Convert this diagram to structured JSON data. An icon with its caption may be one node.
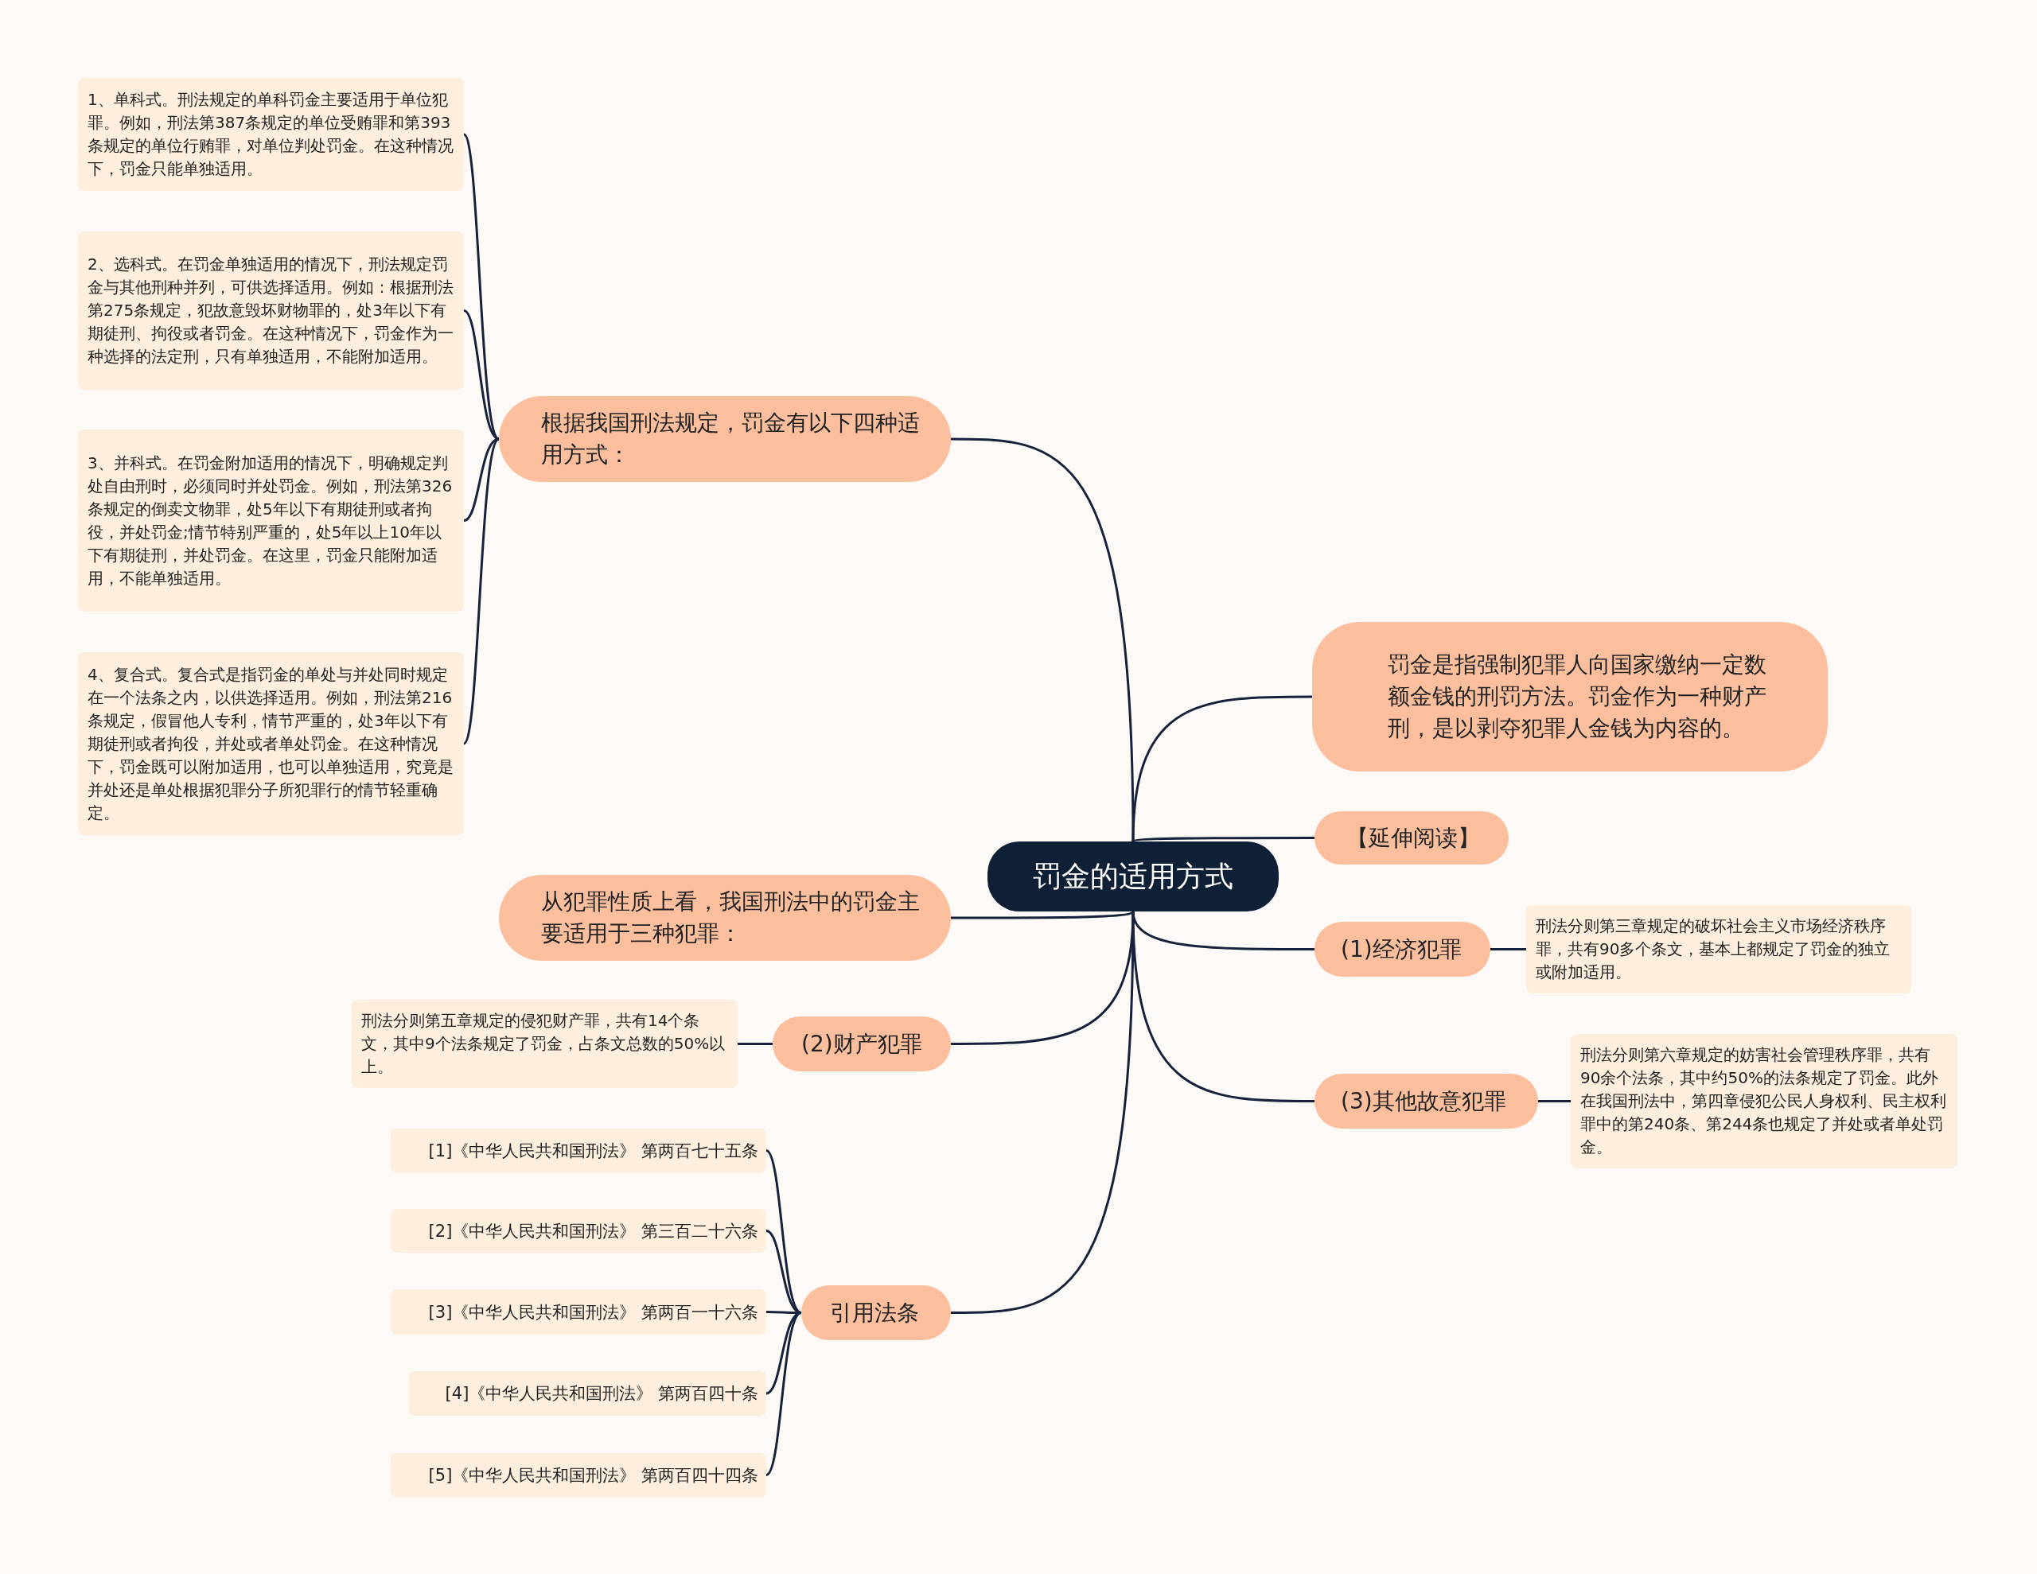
{
  "diagram": {
    "nodes": [
      {
        "text": [
          "罚金的适用方式"
        ]
      },
      {
        "text": [
          "根据我国刑法规定，罚金有以下四种适用方式："
        ]
      },
      {
        "text": [
          "1、单科式。刑法规定的单科罚金主要适用于单位犯罪。例如，刑法第387条规定的单位受贿罪和第393条规定的单位行贿罪，对单位判处罚金。在这种情况下，罚金只能单独适用。"
        ]
      },
      {
        "text": [
          "2、选科式。在罚金单独适用的情况下，刑法规定罚金与其他刑种并列，可供选择适用。例如：根据刑法第275条规定，犯故意毁坏财物罪的，处3年以下有期徒刑、拘役或者罚金。在这种情况下，罚金作为一种选择的法定刑，只有单独适用，不能附加适用。"
        ]
      },
      {
        "text": [
          "3、并科式。在罚金附加适用的情况下，明确规定判处自由刑时，必须同时并处罚金。例如，刑法第326条规定的倒卖文物罪，处5年以下有期徒刑或者拘役，并处罚金;情节特别严重的，处5年以上10年以下有期徒刑，并处罚金。在这里，罚金只能附加适用，不能单独适用。"
        ]
      },
      {
        "text": [
          "4、复合式。复合式是指罚金的单处与并处同时规定在一个法条之内，以供选择适用。例如，刑法第216条规定，假冒他人专利，情节严重的，处3年以下有期徒刑或者拘役，并处或者单处罚金。在这种情况下，罚金既可以附加适用，也可以单独适用，究竟是并处还是单处根据犯罪分子所犯罪行的情节轻重确定。"
        ]
      },
      {
        "text": [
          "从犯罪性质上看，我国刑法中的罚金主要适用于三种犯罪："
        ]
      },
      {
        "text": [
          "(2)财产犯罪"
        ]
      },
      {
        "text": [
          "刑法分则第五章规定的侵犯财产罪，共有14个条文，其中9个法条规定了罚金，占条文总数的50%以上。"
        ]
      },
      {
        "text": [
          "引用法条"
        ]
      },
      {
        "text": [
          "[1]《中华人民共和国刑法》 第两百七十五条"
        ]
      },
      {
        "text": [
          "[2]《中华人民共和国刑法》 第三百二十六条"
        ]
      },
      {
        "text": [
          "[3]《中华人民共和国刑法》 第两百一十六条"
        ]
      },
      {
        "text": [
          "[4]《中华人民共和国刑法》 第两百四十条"
        ]
      },
      {
        "text": [
          "[5]《中华人民共和国刑法》 第两百四十四条"
        ]
      },
      {
        "text": [
          "罚金是指强制犯罪人向国家缴纳一定数额金钱的刑罚方法。罚金作为一种财产刑，是以剥夺犯罪人金钱为内容的。"
        ]
      },
      {
        "text": [
          "【延伸阅读】"
        ]
      },
      {
        "text": [
          "(1)经济犯罪"
        ]
      },
      {
        "text": [
          "刑法分则第三章规定的破坏社会主义市场经济秩序罪，共有90多个条文，基本上都规定了罚金的独立或附加适用。"
        ]
      },
      {
        "text": [
          "(3)其他故意犯罪"
        ]
      },
      {
        "text": [
          "刑法分则第六章规定的妨害社会管理秩序罪，共有90余个法条，其中约50%的法条规定了罚金。此外在我国刑法中，第四章侵犯公民人身权利、民主权利罪中的第240条、第244条也规定了并处或者单处罚金。"
        ]
      }
    ],
    "edges": [
      {
        "from": 0,
        "to": 1,
        "arrow": "none"
      },
      {
        "from": 1,
        "to": 2,
        "arrow": "none"
      },
      {
        "from": 1,
        "to": 3,
        "arrow": "none"
      },
      {
        "from": 1,
        "to": 4,
        "arrow": "none"
      },
      {
        "from": 1,
        "to": 5,
        "arrow": "none"
      },
      {
        "from": 0,
        "to": 6,
        "arrow": "none"
      },
      {
        "from": 0,
        "to": 7,
        "arrow": "none"
      },
      {
        "from": 7,
        "to": 8,
        "arrow": "none"
      },
      {
        "from": 0,
        "to": 9,
        "arrow": "none"
      },
      {
        "from": 9,
        "to": 10,
        "arrow": "none"
      },
      {
        "from": 9,
        "to": 11,
        "arrow": "none"
      },
      {
        "from": 9,
        "to": 12,
        "arrow": "none"
      },
      {
        "from": 9,
        "to": 13,
        "arrow": "none"
      },
      {
        "from": 9,
        "to": 14,
        "arrow": "none"
      },
      {
        "from": 0,
        "to": 15,
        "arrow": "none"
      },
      {
        "from": 0,
        "to": 16,
        "arrow": "none"
      },
      {
        "from": 0,
        "to": 17,
        "arrow": "none"
      },
      {
        "from": 17,
        "to": 18,
        "arrow": "none"
      },
      {
        "from": 0,
        "to": 19,
        "arrow": "none"
      },
      {
        "from": 19,
        "to": 20,
        "arrow": "none"
      }
    ]
  }
}
